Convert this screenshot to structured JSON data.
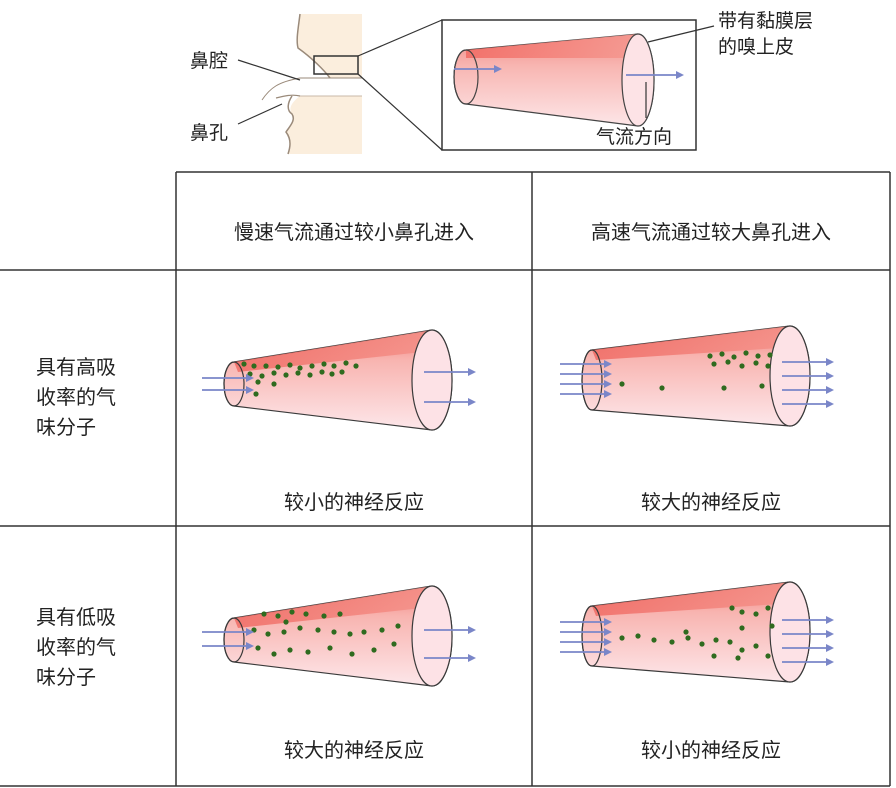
{
  "top": {
    "label_nasal_cavity": "鼻腔",
    "label_nostril": "鼻孔",
    "label_epithelium_line1": "带有黏膜层",
    "label_epithelium_line2": "的嗅上皮",
    "label_airflow": "气流方向"
  },
  "table": {
    "col_headers": [
      "慢速气流通过较小鼻孔进入",
      "高速气流通过较大鼻孔进入"
    ],
    "row_headers": [
      [
        "具有高吸",
        "收率的气",
        "味分子"
      ],
      [
        "具有低吸",
        "收率的气",
        "味分子"
      ]
    ],
    "cells": [
      [
        "较小的神经反应",
        "较大的神经反应"
      ],
      [
        "较大的神经反应",
        "较小的神经反应"
      ]
    ]
  },
  "colors": {
    "cone_fill": "#f7a8a3",
    "cone_stroke": "#3a3a3a",
    "molecule": "#2f6b1f",
    "arrow": "#7a86c8",
    "skin": "#fbeedd"
  }
}
